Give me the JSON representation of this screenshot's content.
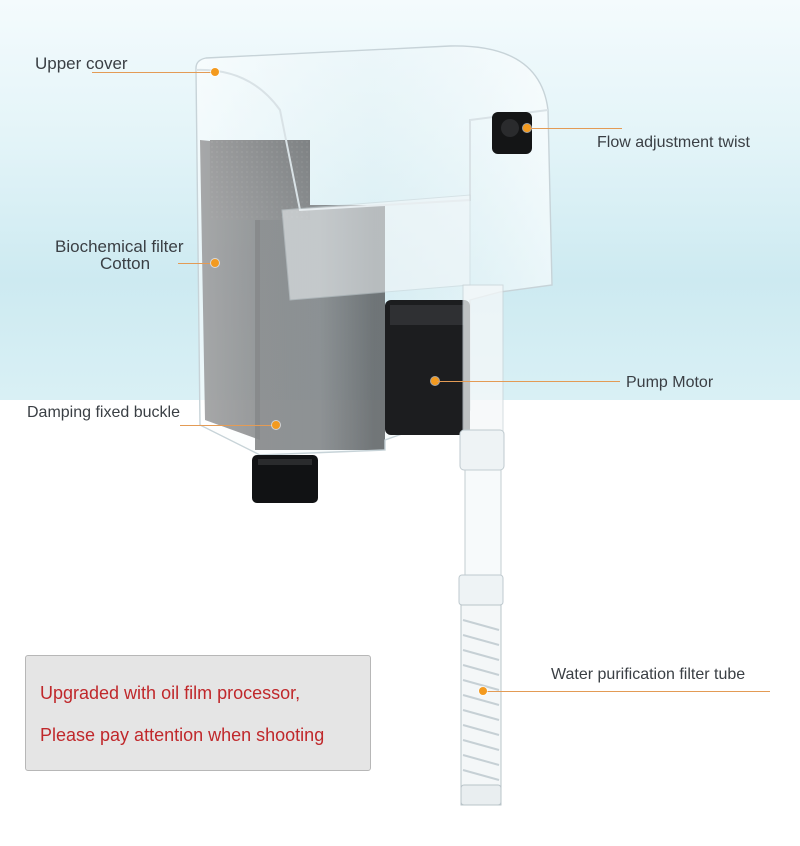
{
  "labels": {
    "upper_cover": "Upper cover",
    "flow_adjustment": "Flow adjustment twist",
    "biochemical_line1": "Biochemical filter",
    "biochemical_line2": "Cotton",
    "pump_motor": "Pump Motor",
    "damping_buckle": "Damping fixed buckle",
    "filter_tube": "Water purification filter tube"
  },
  "notice": {
    "line1": "Upgraded with oil film processor,",
    "line2": "Please pay attention when shooting"
  },
  "colors": {
    "leader_line": "#e39b55",
    "marker_dot": "#f39a1f",
    "notice_text": "#c0282b",
    "notice_bg": "#e5e5e5"
  }
}
